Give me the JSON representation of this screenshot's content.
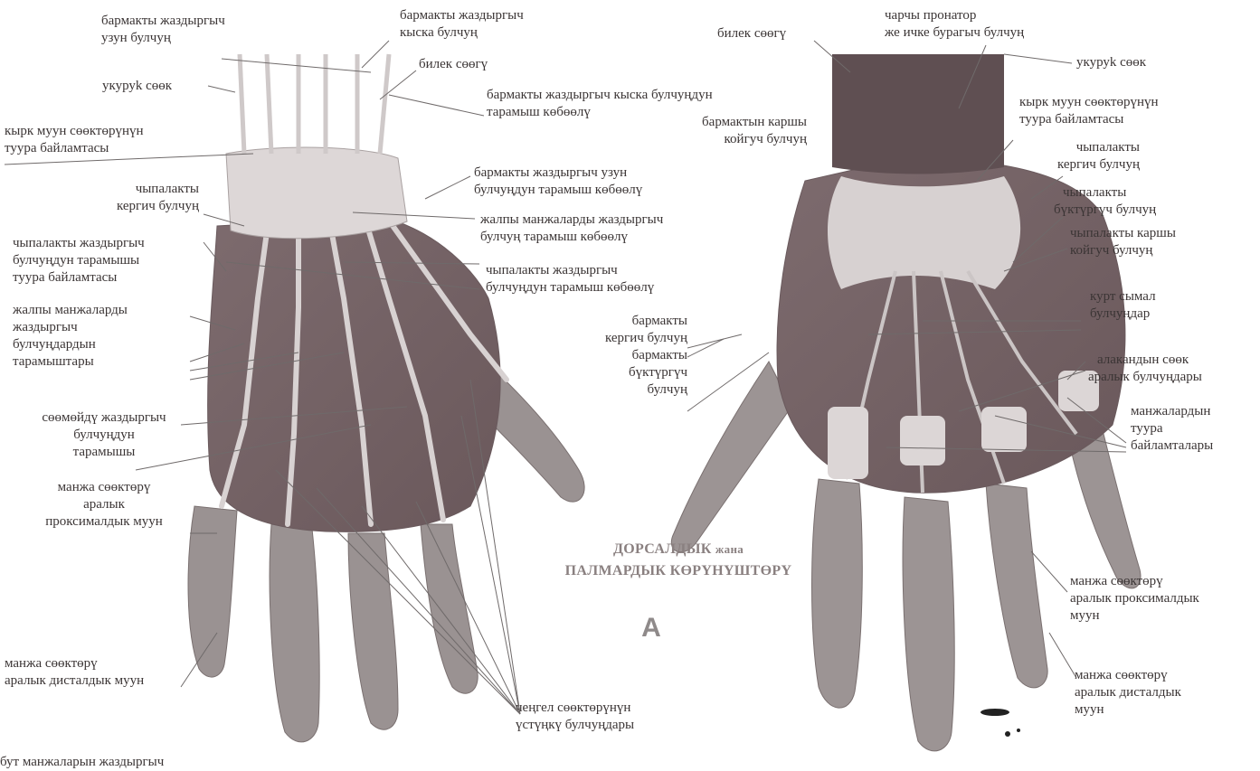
{
  "figure": {
    "title_line1_main": "ДОРСАЛДЫК ",
    "title_line1_small": "жана",
    "title_line2": "ПАЛМАРДЫК КӨРҮНҮШТӨРҮ",
    "panel_letter": "A"
  },
  "dorsal_labels": {
    "l1_line1": "бармакты жаздыргыч",
    "l1_line2": "узун булчуң",
    "l2_line1": "бармакты жаздыргыч",
    "l2_line2": "кыска булчуң",
    "l3": "билек сөөгү",
    "l4": "укуруk сөөк",
    "l5_line1": "бармакты жаздыргыч кыска булчуңдун",
    "l5_line2": "тарамыш көбөөлү",
    "l6_line1": "кырк муун сөөктөрүнүн",
    "l6_line2": "туура байламтасы",
    "l7_line1": "бармактын каршы",
    "l7_line2": "койгуч булчуң",
    "l8_line1": "бармакты жаздыргыч узун",
    "l8_line2": "булчуңдун тарамыш көбөөлү",
    "l9_line1": "чыпалакты",
    "l9_line2": "кергич булчуң",
    "l10_line1": "жалпы манжаларды жаздыргыч",
    "l10_line2": "булчуң тарамыш көбөөлү",
    "l11_line1": "чыпалакты жаздыргыч",
    "l11_line2": "булчуңдун тарамышы",
    "l11_line3": "туура байламтасы",
    "l12_line1": "чыпалакты жаздыргыч",
    "l12_line2": "булчуңдун тарамыш көбөөлү",
    "l13_line1": "жалпы манжаларды",
    "l13_line2": "жаздыргыч",
    "l13_line3": "булчуңдардын",
    "l13_line4": "тарамыштары",
    "l14_line1": "бармакты",
    "l14_line2": "кергич булчуң",
    "l14_line3": "бармакты",
    "l14_line4": "бүктүргүч",
    "l14_line5": "булчуң",
    "l15_line1": "сөөмөйдү жаздыргыч",
    "l15_line2": "булчуңдун",
    "l15_line3": "тарамышы",
    "l16_line1": "манжа сөөктөрү",
    "l16_line2": "аралык",
    "l16_line3": "проксималдык муун",
    "l17_line1": "манжа сөөктөрү",
    "l17_line2": "аралык дисталдык муун",
    "l18_line1": "чеңгел сөөктөрүнүн",
    "l18_line2": "үстүңкү булчуңдары",
    "l19": "бут манжаларын жаздыргыч"
  },
  "palmar_labels": {
    "p1": "билек сөөгү",
    "p2_line1": "чарчы пронатор",
    "p2_line2": "же ичке бурагыч булчуң",
    "p3": "укуруk сөөк",
    "p4_line1": "кырк муун сөөктөрүнүн",
    "p4_line2": "туура байламтасы",
    "p5_line1": "чыпалакты",
    "p5_line2": "кергич булчуң",
    "p6_line1": "чыпалакты",
    "p6_line2": "бүктүргүч булчуң",
    "p7_line1": "чыпалакты каршы",
    "p7_line2": "койгуч булчуң",
    "p8_line1": "курт сымал",
    "p8_line2": "булчуңдар",
    "p9_line1": "алакандын сөөк",
    "p9_line2": "аралык булчуңдары",
    "p10_line1": "манжалардын",
    "p10_line2": "туура",
    "p10_line3": "байламталары",
    "p11_line1": "манжа сөөктөрү",
    "p11_line2": "аралык проксималдык",
    "p11_line3": "муун",
    "p12_line1": "манжа сөөктөрү",
    "p12_line2": "аралык дисталдык",
    "p12_line3": "муун"
  }
}
